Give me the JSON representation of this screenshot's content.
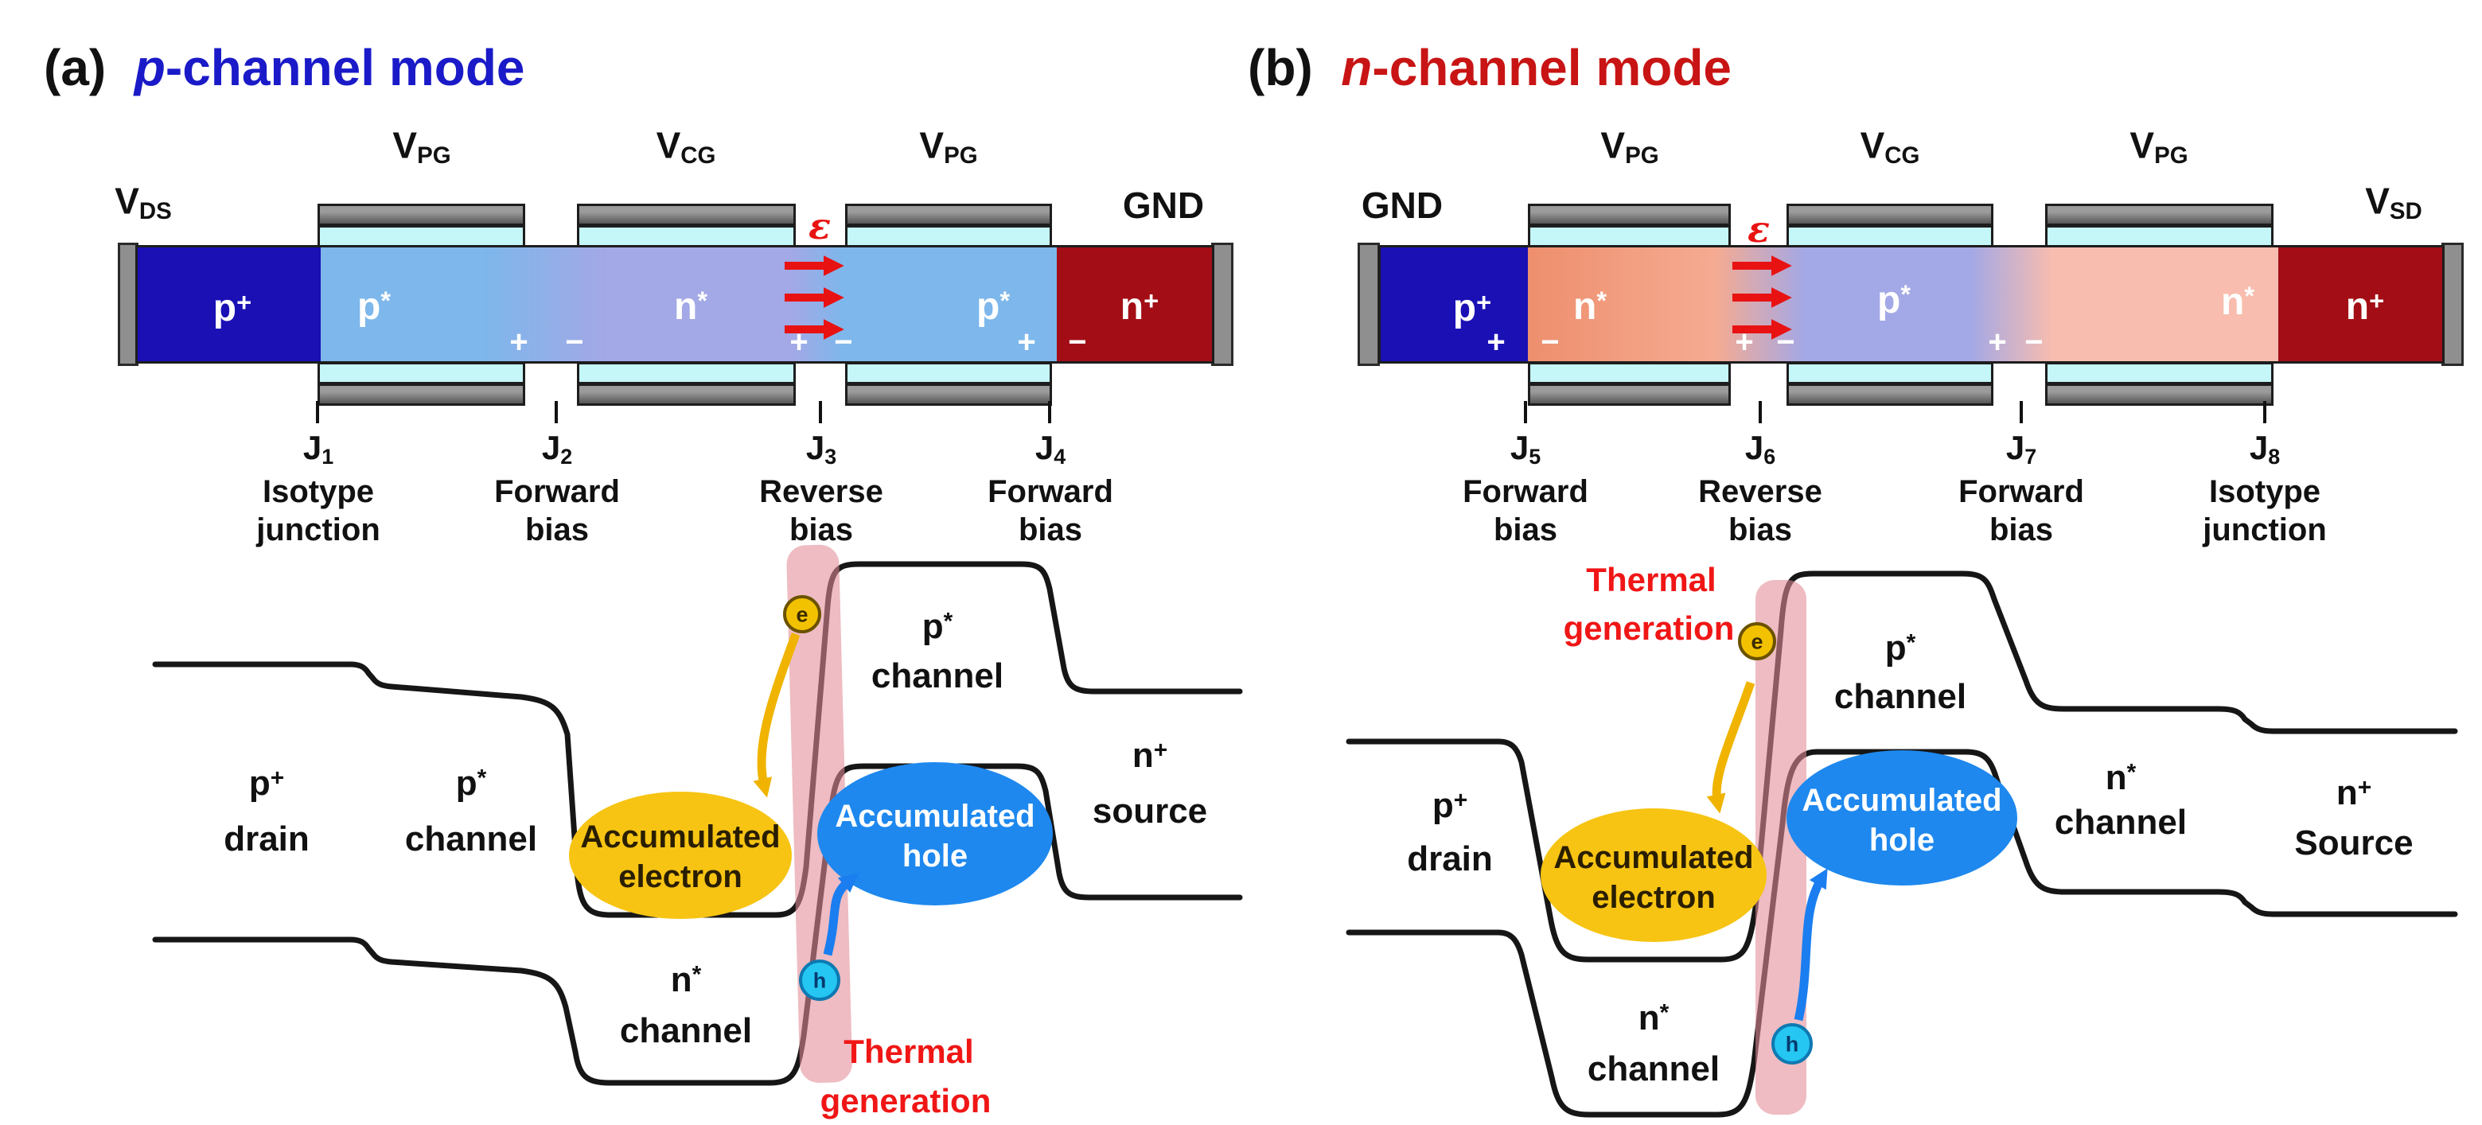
{
  "colors": {
    "title_blue": "#1a1ac8",
    "title_red": "#c81414",
    "p_plus_region": "#1a10b4",
    "n_plus_region": "#a30e16",
    "p_star_blue": "#7db7eb",
    "n_star_periwinkle": "#a3a8e6",
    "n_star_salmon": "#ee8f6d",
    "n_star_pink": "#f8bdae",
    "oxide_cyan": "#c5f6f8",
    "gate_gray": "#808080",
    "field_red": "#e81212",
    "thermal_pink_band": "#e18c96",
    "electron_yellow": "#f7c413",
    "hole_blue": "#1e88ee",
    "electron_symbol_fill": "#f2c200",
    "hole_symbol_fill": "#25c6f2"
  },
  "panel_a": {
    "index": "(a)",
    "mode_letter": "p",
    "mode_rest": "-channel mode",
    "left_terminal": {
      "base": "V",
      "sub": "DS"
    },
    "right_terminal": "GND",
    "gate_labels": [
      {
        "base": "V",
        "sub": "PG"
      },
      {
        "base": "V",
        "sub": "CG"
      },
      {
        "base": "V",
        "sub": "PG"
      }
    ],
    "efield": "ε",
    "plus": "+",
    "minus": "−",
    "bar_regions": [
      {
        "base": "p",
        "mark": "+"
      },
      {
        "base": "p",
        "mark": "*"
      },
      {
        "base": "n",
        "mark": "*"
      },
      {
        "base": "p",
        "mark": "*"
      },
      {
        "base": "n",
        "mark": "+"
      }
    ],
    "junctions": [
      {
        "base": "J",
        "sub": "1",
        "desc1": "Isotype",
        "desc2": "junction"
      },
      {
        "base": "J",
        "sub": "2",
        "desc1": "Forward",
        "desc2": "bias"
      },
      {
        "base": "J",
        "sub": "3",
        "desc1": "Reverse",
        "desc2": "bias"
      },
      {
        "base": "J",
        "sub": "4",
        "desc1": "Forward",
        "desc2": "bias"
      }
    ],
    "band_labels": [
      {
        "base": "p",
        "mark": "+",
        "word": "drain"
      },
      {
        "base": "p",
        "mark": "*",
        "word": "channel"
      },
      {
        "base": "n",
        "mark": "*",
        "word": "channel"
      },
      {
        "base": "p",
        "mark": "*",
        "word": "channel"
      },
      {
        "base": "n",
        "mark": "+",
        "word": "source"
      }
    ],
    "electron_ellipse": {
      "line1": "Accumulated",
      "line2": "electron"
    },
    "hole_ellipse": {
      "line1": "Accumulated",
      "line2": "hole"
    },
    "thermal": {
      "line1": "Thermal",
      "line2": "generation"
    },
    "electron_symbol": "e",
    "hole_symbol": "h"
  },
  "panel_b": {
    "index": "(b)",
    "mode_letter": "n",
    "mode_rest": "-channel mode",
    "left_terminal": "GND",
    "right_terminal": {
      "base": "V",
      "sub": "SD"
    },
    "gate_labels": [
      {
        "base": "V",
        "sub": "PG"
      },
      {
        "base": "V",
        "sub": "CG"
      },
      {
        "base": "V",
        "sub": "PG"
      }
    ],
    "efield": "ε",
    "plus": "+",
    "minus": "−",
    "bar_regions": [
      {
        "base": "p",
        "mark": "+"
      },
      {
        "base": "n",
        "mark": "*"
      },
      {
        "base": "p",
        "mark": "*"
      },
      {
        "base": "n",
        "mark": "*"
      },
      {
        "base": "n",
        "mark": "+"
      }
    ],
    "junctions": [
      {
        "base": "J",
        "sub": "5",
        "desc1": "Forward",
        "desc2": "bias"
      },
      {
        "base": "J",
        "sub": "6",
        "desc1": "Reverse",
        "desc2": "bias"
      },
      {
        "base": "J",
        "sub": "7",
        "desc1": "Forward",
        "desc2": "bias"
      },
      {
        "base": "J",
        "sub": "8",
        "desc1": "Isotype",
        "desc2": "junction"
      }
    ],
    "band_labels": [
      {
        "base": "p",
        "mark": "+",
        "word": "drain"
      },
      {
        "base": "n",
        "mark": "*",
        "word": "channel"
      },
      {
        "base": "p",
        "mark": "*",
        "word": "channel"
      },
      {
        "base": "n",
        "mark": "*",
        "word": "channel"
      },
      {
        "base": "n",
        "mark": "+",
        "word": "Source"
      }
    ],
    "electron_ellipse": {
      "line1": "Accumulated",
      "line2": "electron"
    },
    "hole_ellipse": {
      "line1": "Accumulated",
      "line2": "hole"
    },
    "thermal": {
      "line1": "Thermal",
      "line2": "generation"
    },
    "electron_symbol": "e",
    "hole_symbol": "h"
  }
}
